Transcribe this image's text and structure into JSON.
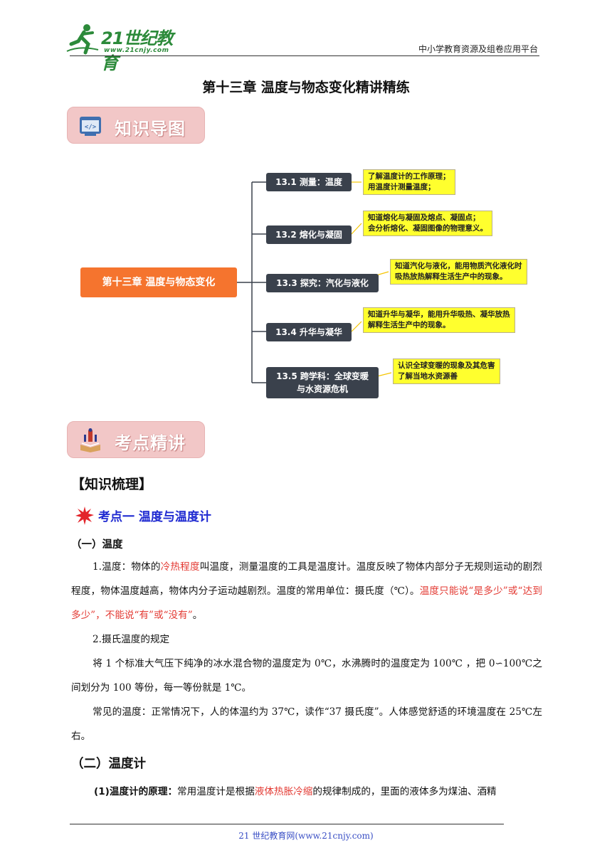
{
  "header": {
    "brand": "21世纪教育",
    "brand_url": "www.21cnjy.com",
    "tagline": "中小学教育资源及组卷应用平台"
  },
  "title": "第十三章 温度与物态变化精讲精练",
  "banners": {
    "mindmap": "知识导图",
    "points": "考点精讲"
  },
  "mindmap": {
    "root": "第十三章  温度与物态变化",
    "branches": [
      {
        "label": "13.1 测量：温度",
        "note": [
          "了解温度计的工作原理；",
          "用温度计测量温度；"
        ]
      },
      {
        "label": "13.2 熔化与凝固",
        "note": [
          "知道熔化与凝固及熔点、凝固点；",
          "会分析熔化、凝固图像的物理意义。"
        ]
      },
      {
        "label": "13.3 探究：汽化与液化",
        "note": [
          "知道汽化与液化，能用物质汽化液化时",
          "吸热放热解释生活生产中的现象。"
        ]
      },
      {
        "label": "13.4 升华与凝华",
        "note": [
          "知道升华与凝华，能用升华吸热、凝华放热",
          "解释生活生产中的现象。"
        ]
      },
      {
        "label1": "13.5 跨学科：全球变暖",
        "label2": "与水资源危机",
        "note": [
          "认识全球变暖的现象及其危害",
          "了解当地水资源善"
        ]
      }
    ]
  },
  "content": {
    "section_heading": "【知识梳理】",
    "kaodian": "考点一    温度与温度计",
    "sub1": "（一）温度",
    "p1_a": "1.温度：物体的",
    "p1_red1": "冷热程度",
    "p1_b": "叫温度，测量温度的工具是温度计。温度反映了物体内部分子无规则运动的剧烈程度，物体温度越高，物体内分子运动越剧烈。温度的常用单位：摄氏度（℃）。",
    "p1_red2": "温度只能说“是多少”或“达到多少”，不能说“有”或“没有”",
    "p1_c": "。",
    "p2": "2.摄氏温度的规定",
    "p3": "将 1 个标准大气压下纯净的冰水混合物的温度定为 0℃，水沸腾时的温度定为 100℃ ，把 0∽100℃之间划分为 100 等份，每一等份就是 1℃。",
    "p4": "常见的温度：正常情况下，人的体温约为 37℃，读作“37 摄氏度”。人体感觉舒适的环境温度在 25℃左右。",
    "sub2": "（二）温度计",
    "p5_bold": "(1)温度计的原理：",
    "p5_a": "常用温度计是根据",
    "p5_red": "液体热胀冷缩",
    "p5_b": "的规律制成的，里面的液体多为煤油、酒精"
  },
  "footer": "21 世纪教育网(www.21cnjy.com)"
}
